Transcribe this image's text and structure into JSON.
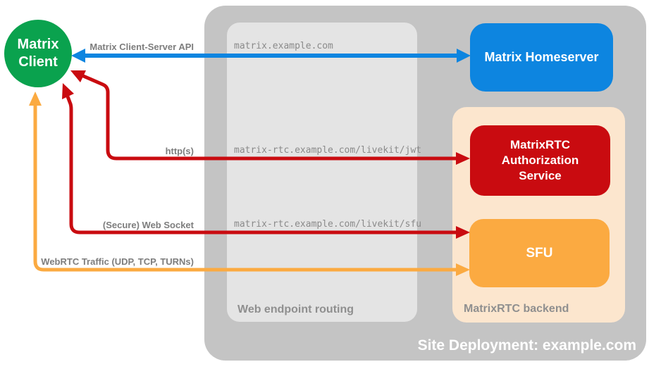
{
  "colors": {
    "client_green": "#0aa24e",
    "homeserver_blue": "#0d85e0",
    "auth_red": "#c90b10",
    "sfu_orange": "#fbaa41",
    "backend_peach": "#fce6ce",
    "site_container_gray": "#c4c4c4",
    "routing_container_gray": "#e4e4e4",
    "edge_label_gray": "#7d7d7d"
  },
  "nodes": {
    "client": {
      "label": "Matrix Client"
    },
    "homeserver": {
      "label": "Matrix Homeserver"
    },
    "auth_service": {
      "label": "MatrixRTC Authorization Service"
    },
    "sfu": {
      "label": "SFU"
    }
  },
  "containers": {
    "site": {
      "label": "Site Deployment: example.com"
    },
    "routing": {
      "label": "Web endpoint routing"
    },
    "backend": {
      "label": "MatrixRTC backend"
    }
  },
  "edges": [
    {
      "label": "Matrix Client-Server API",
      "endpoint": "matrix.example.com",
      "color": "#0d85e0",
      "from": "Matrix Client",
      "to": "Matrix Homeserver",
      "bidirectional": true
    },
    {
      "label": "http(s)",
      "endpoint": "matrix-rtc.example.com/livekit/jwt",
      "color": "#c90b10",
      "from": "Matrix Client",
      "to": "MatrixRTC Authorization Service",
      "bidirectional": true
    },
    {
      "label": "(Secure) Web Socket",
      "endpoint": "matrix-rtc.example.com/livekit/sfu",
      "color": "#c90b10",
      "from": "Matrix Client",
      "to": "SFU",
      "bidirectional": true
    },
    {
      "label": "WebRTC Traffic (UDP, TCP, TURNs)",
      "endpoint": "",
      "color": "#fbaa41",
      "from": "Matrix Client",
      "to": "SFU",
      "bidirectional": true
    }
  ]
}
